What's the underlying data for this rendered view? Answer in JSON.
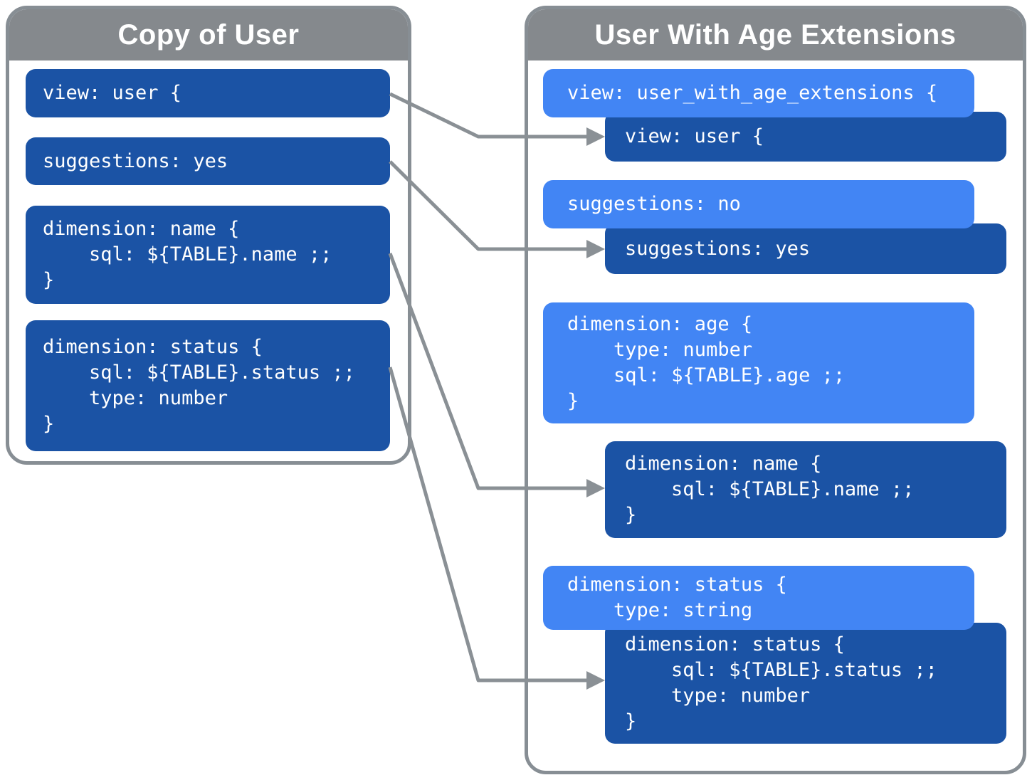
{
  "left_panel": {
    "title": "Copy of User",
    "boxes": [
      {
        "id": "left-view",
        "code": "view: user {"
      },
      {
        "id": "left-suggestions",
        "code": "suggestions: yes"
      },
      {
        "id": "left-dimension-name",
        "code": "dimension: name {\n    sql: ${TABLE}.name ;;\n}"
      },
      {
        "id": "left-dimension-status",
        "code": "dimension: status {\n    sql: ${TABLE}.status ;;\n    type: number\n}"
      }
    ]
  },
  "right_panel": {
    "title": "User With Age Extensions",
    "boxes": [
      {
        "id": "right-view-extension",
        "code": "view: user_with_age_extensions {"
      },
      {
        "id": "right-view-inherited",
        "code": "view: user {"
      },
      {
        "id": "right-suggestions-override",
        "code": "suggestions: no"
      },
      {
        "id": "right-suggestions-inherited",
        "code": "suggestions: yes"
      },
      {
        "id": "right-dimension-age",
        "code": "dimension: age {\n    type: number\n    sql: ${TABLE}.age ;;\n}"
      },
      {
        "id": "right-dimension-name-inherited",
        "code": "dimension: name {\n    sql: ${TABLE}.name ;;\n}"
      },
      {
        "id": "right-dimension-status-override",
        "code": "dimension: status {\n    type: string"
      },
      {
        "id": "right-dimension-status-inherited",
        "code": "dimension: status {\n    sql: ${TABLE}.status ;;\n    type: number\n}"
      }
    ]
  },
  "arrows": [
    {
      "from": "left-view",
      "to": "right-view-inherited"
    },
    {
      "from": "left-suggestions",
      "to": "right-suggestions-inherited"
    },
    {
      "from": "left-dimension-name",
      "to": "right-dimension-name-inherited"
    },
    {
      "from": "left-dimension-status",
      "to": "right-dimension-status-inherited"
    }
  ],
  "colors": {
    "dark_blue": "#1b53a5",
    "light_blue": "#4285f4",
    "header_gray": "#85898d",
    "border_gray": "#878e94",
    "arrow_gray": "#8a9095",
    "text_white": "#ffffff"
  }
}
